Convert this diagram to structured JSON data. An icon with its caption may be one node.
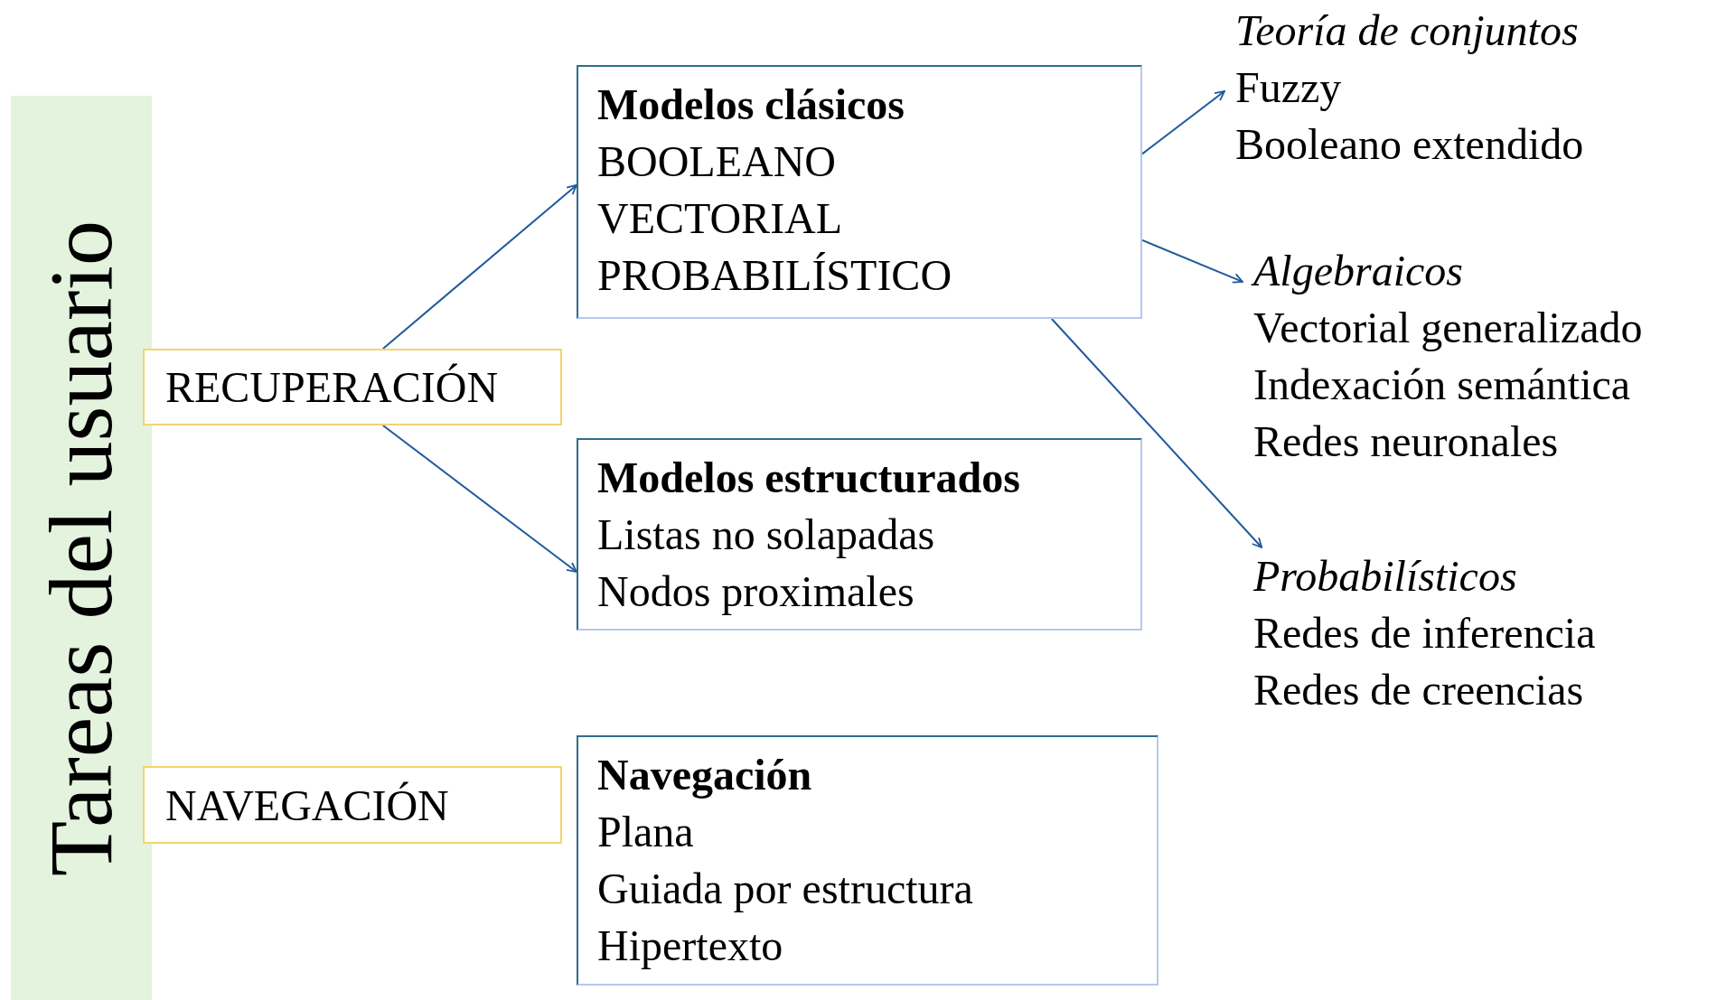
{
  "diagram": {
    "nodes": [
      {
        "text": [
          "Tareas del usuario"
        ]
      },
      {
        "text": [
          "RECUPERACIÓN"
        ]
      },
      {
        "text": [
          "NAVEGACIÓN"
        ]
      },
      {
        "text": [
          "Modelos clásicos",
          "BOOLEANO",
          "VECTORIAL",
          "PROBABILÍSTICO"
        ]
      },
      {
        "text": [
          "Modelos estructurados",
          "Listas no solapadas",
          "Nodos proximales"
        ]
      },
      {
        "text": [
          "Navegación",
          "Plana",
          "Guiada por estructura",
          "Hipertexto"
        ]
      },
      {
        "text": [
          "Teoría de conjuntos",
          "Fuzzy",
          "Booleano extendido"
        ]
      },
      {
        "text": [
          "Algebraicos",
          "Vectorial generalizado",
          "Indexación semántica",
          "Redes neuronales"
        ]
      },
      {
        "text": [
          "Probabilísticos",
          "Redes de inferencia",
          "Redes de creencias"
        ]
      }
    ],
    "edges": [
      {
        "from": 1,
        "to": 3,
        "arrow": "to"
      },
      {
        "from": 1,
        "to": 4,
        "arrow": "to"
      },
      {
        "from": 3,
        "to": 6,
        "arrow": "to"
      },
      {
        "from": 3,
        "to": 7,
        "arrow": "to"
      },
      {
        "from": 3,
        "to": 8,
        "arrow": "to"
      }
    ]
  }
}
